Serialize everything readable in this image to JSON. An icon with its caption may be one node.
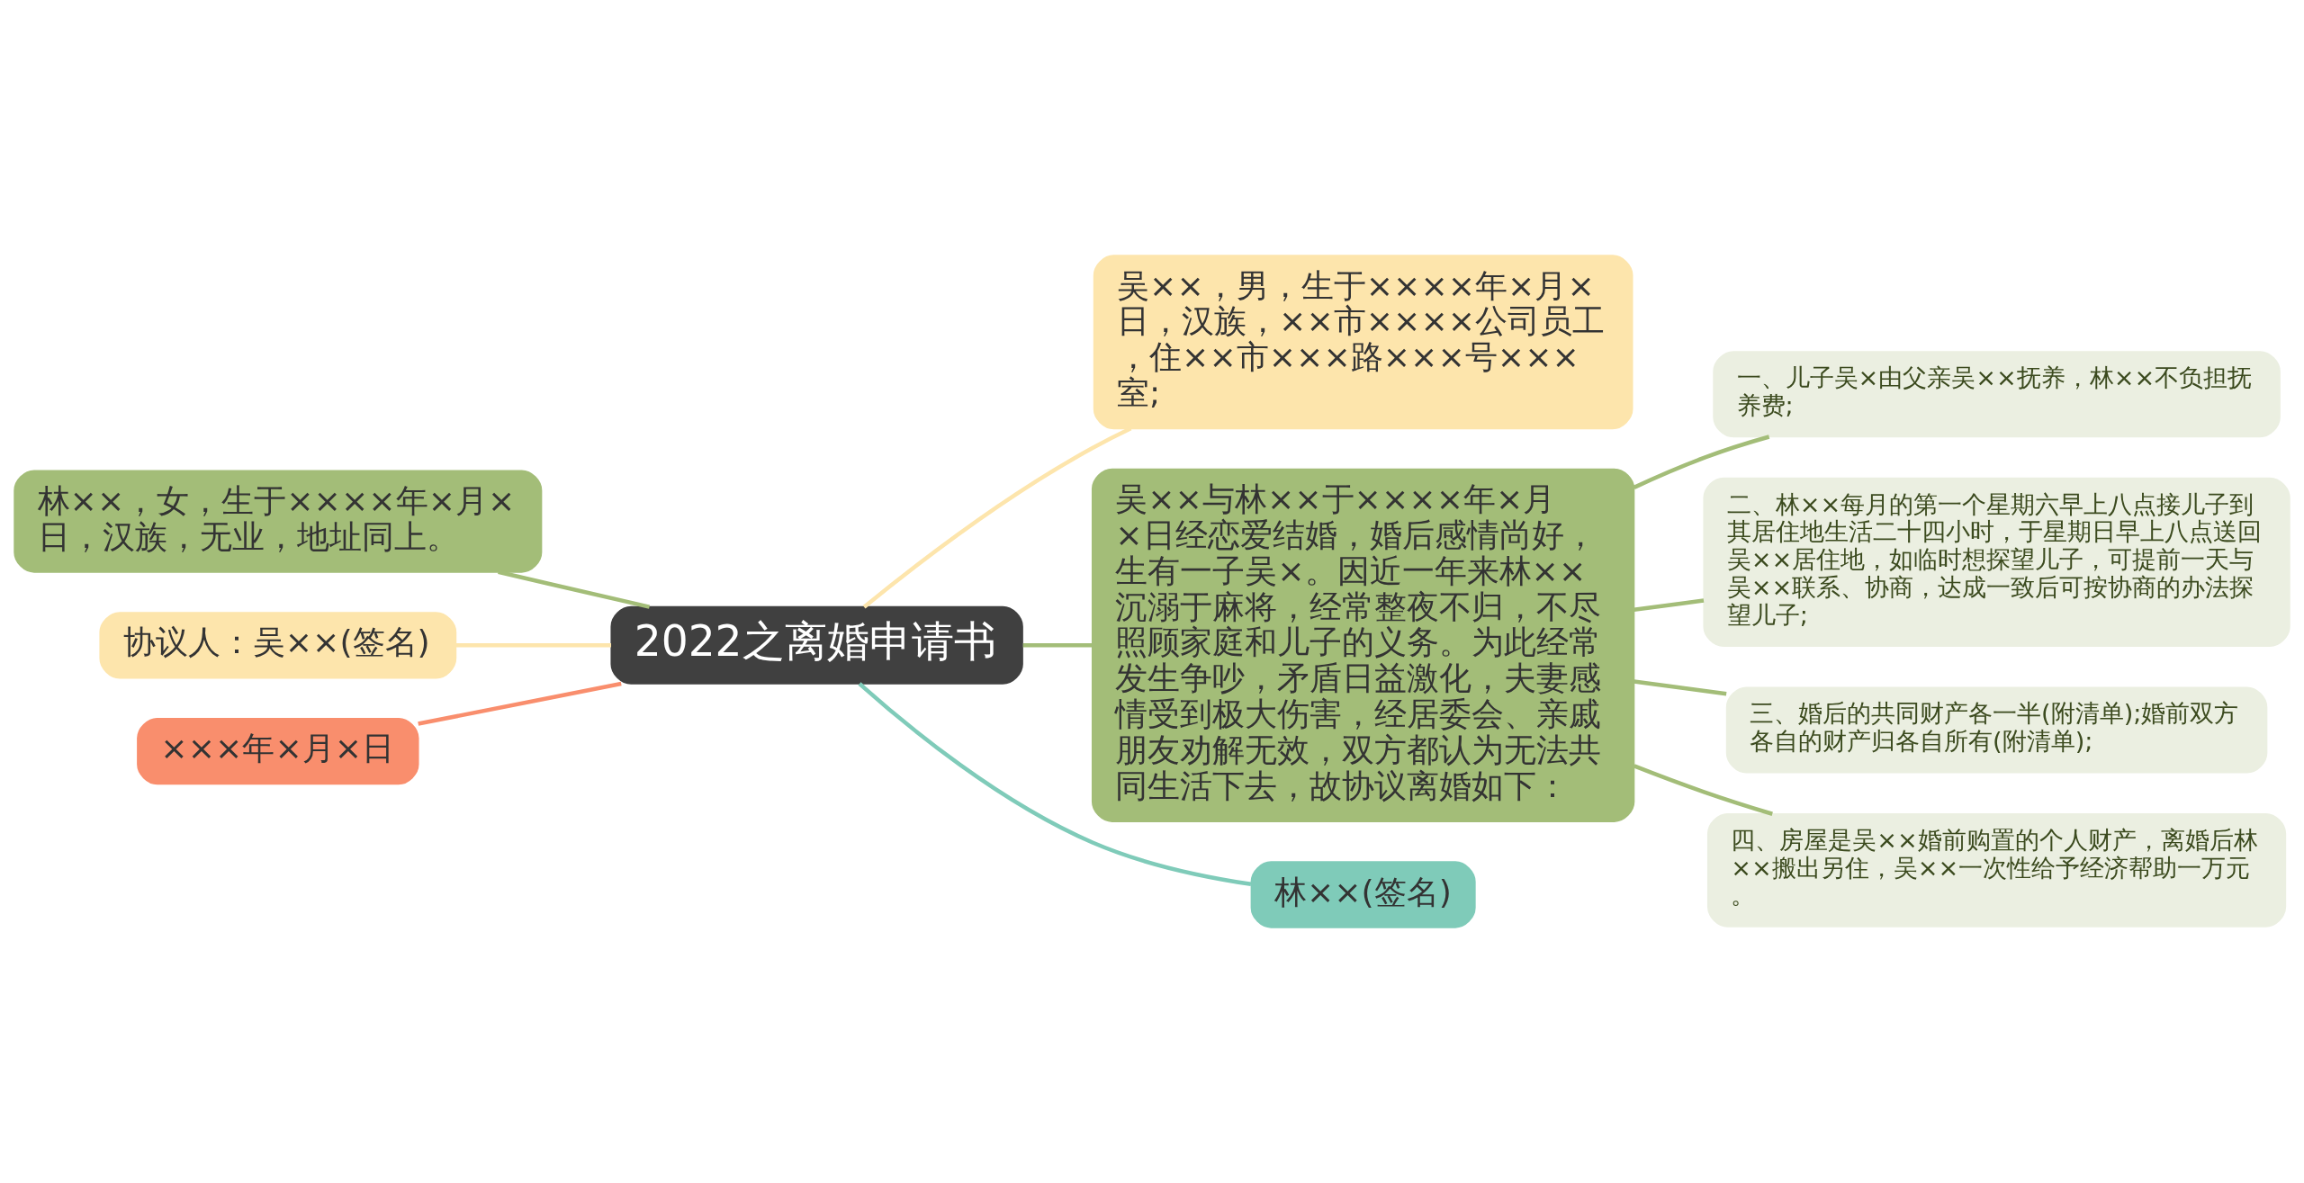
{
  "diagram": {
    "nodes": [
      {
        "text": [
          "2022之离婚申请书"
        ]
      },
      {
        "text": [
          "吴××，男，生于××××年×月×日，汉族，××市××××公司员工，住××市×××路×××号×××室;"
        ]
      },
      {
        "text": [
          "吴××与林××于××××年×月×日经恋爱结婚，婚后感情尚好，生有一子吴×。因近一年来林××沉溺于麻将，经常整夜不归，不尽照顾家庭和儿子的义务。为此经常发生争吵，矛盾日益激化，夫妻感情受到极大伤害，经居委会、亲戚朋友劝解无效，双方都认为无法共同生活下去，故协议离婚如下："
        ]
      },
      {
        "text": [
          "林××(签名)"
        ]
      },
      {
        "text": [
          "一、儿子吴×由父亲吴××抚养，林××不负担抚养费;"
        ]
      },
      {
        "text": [
          "二、林××每月的第一个星期六早上八点接儿子到其居住地生活二十四小时，于星期日早上八点送回吴××居住地，如临时想探望儿子，可提前一天与吴××联系、协商，达成一致后可按协商的办法探望儿子;"
        ]
      },
      {
        "text": [
          "三、婚后的共同财产各一半(附清单);婚前双方各自的财产归各自所有(附清单);"
        ]
      },
      {
        "text": [
          "四、房屋是吴××婚前购置的个人财产，离婚后林××搬出另住，吴××一次性给予经济帮助一万元。"
        ]
      },
      {
        "text": [
          "林××，女，生于××××年×月×日，汉族，无业，地址同上。"
        ]
      },
      {
        "text": [
          "协议人：吴××(签名)"
        ]
      },
      {
        "text": [
          "×××年×月×日"
        ]
      }
    ],
    "edges": [
      {
        "from": 0,
        "to": 1,
        "arrow": "none",
        "color": "#fde5ac"
      },
      {
        "from": 0,
        "to": 2,
        "arrow": "none"
      },
      {
        "from": 0,
        "to": 3,
        "arrow": "none",
        "color": "#7fcbb9"
      },
      {
        "from": 2,
        "to": 4,
        "arrow": "none"
      },
      {
        "from": 2,
        "to": 5,
        "arrow": "none"
      },
      {
        "from": 2,
        "to": 6,
        "arrow": "none"
      },
      {
        "from": 2,
        "to": 7,
        "arrow": "none"
      },
      {
        "from": 0,
        "to": 8,
        "arrow": "none"
      },
      {
        "from": 0,
        "to": 9,
        "arrow": "none",
        "color": "#fde5ac"
      },
      {
        "from": 0,
        "to": 10,
        "arrow": "none",
        "color": "#f98e6d"
      }
    ]
  }
}
